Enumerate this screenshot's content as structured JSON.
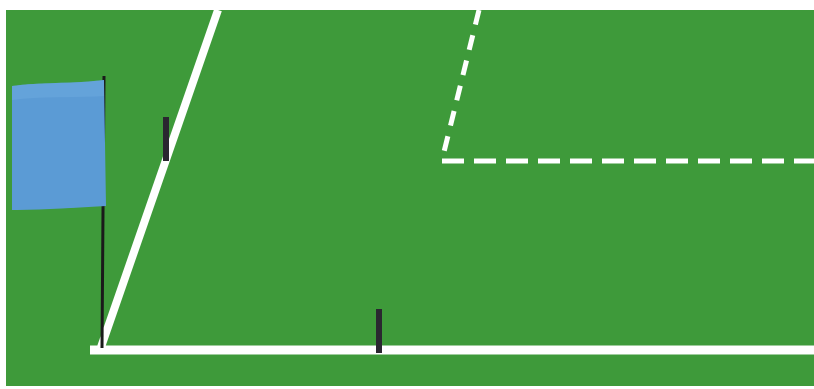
{
  "scene": {
    "description_label": "",
    "colors": {
      "grass": "#3e9a3a",
      "frame": "#ffffff",
      "line": "#ffffff",
      "flag": "#5b9bd5",
      "pole": "#1a1a1a",
      "marker": "#2a2730"
    },
    "elements": {
      "field": "grass-field",
      "touchline": "solid-white-line",
      "goal_line": "solid-white-line",
      "zone_lines": "dashed-white-lines",
      "corner_flag": "blue-corner-flag",
      "markers": "dark-line-markers"
    }
  }
}
